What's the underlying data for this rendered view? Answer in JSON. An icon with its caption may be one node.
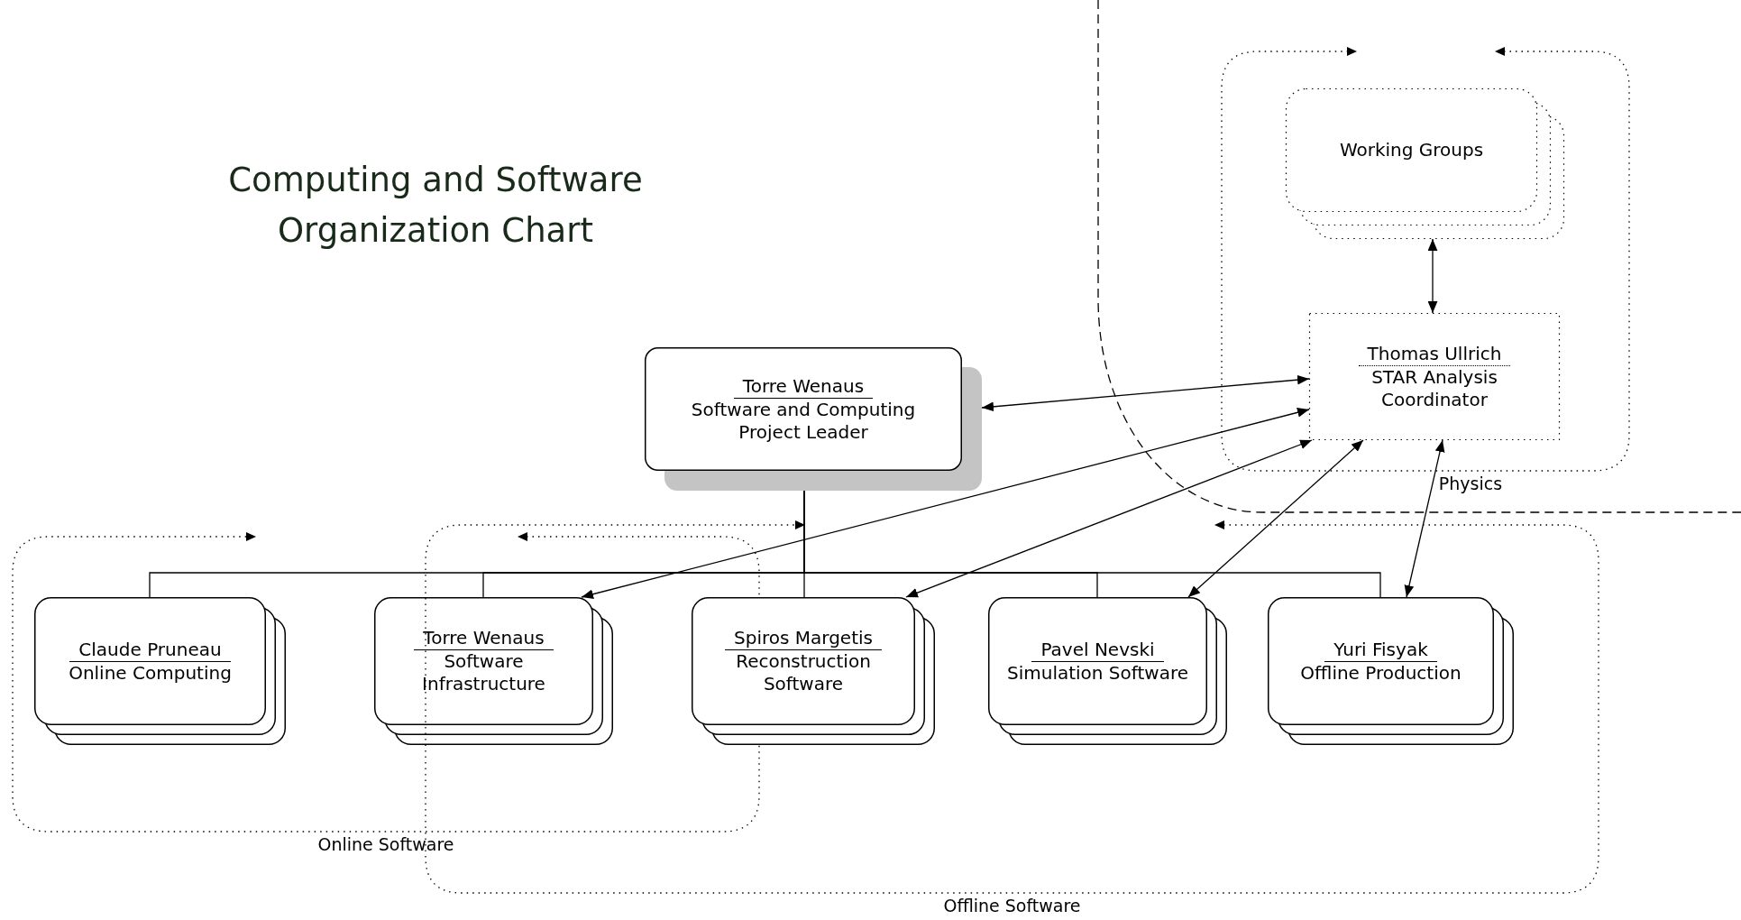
{
  "diagram": {
    "title": "Computing and Software Organization Chart",
    "nodes": [
      {
        "text": [
          "Physics"
        ]
      },
      {
        "text": [
          "Working Groups"
        ],
        "in": 0
      },
      {
        "text": [
          "Thomas Ullrich",
          "STAR Analysis Coordinator"
        ],
        "in": 0
      },
      {
        "text": [
          "Torre Wenaus",
          "Software and Computing Project Leader"
        ]
      },
      {
        "text": [
          "Online Software"
        ]
      },
      {
        "text": [
          "Offline Software"
        ]
      },
      {
        "text": [
          "Claude Pruneau",
          "Online Computing"
        ],
        "in": 4
      },
      {
        "text": [
          "Torre Wenaus",
          "Software Infrastructure"
        ],
        "in": 4
      },
      {
        "text": [
          "Spiros Margetis",
          "Reconstruction Software"
        ],
        "in": 5
      },
      {
        "text": [
          "Pavel Nevski",
          "Simulation Software"
        ],
        "in": 5
      },
      {
        "text": [
          "Yuri Fisyak",
          "Offline Production"
        ],
        "in": 5
      }
    ],
    "edges": [
      {
        "from": 3,
        "to": 6,
        "arrow": "none"
      },
      {
        "from": 3,
        "to": 7,
        "arrow": "none"
      },
      {
        "from": 3,
        "to": 8,
        "arrow": "none"
      },
      {
        "from": 3,
        "to": 9,
        "arrow": "none"
      },
      {
        "from": 3,
        "to": 10,
        "arrow": "none"
      },
      {
        "from": 2,
        "to": 1,
        "arrow": "both"
      },
      {
        "from": 2,
        "to": 3,
        "arrow": "both"
      },
      {
        "from": 2,
        "to": 7,
        "arrow": "both"
      },
      {
        "from": 2,
        "to": 8,
        "arrow": "both"
      },
      {
        "from": 2,
        "to": 9,
        "arrow": "both"
      },
      {
        "from": 2,
        "to": 10,
        "arrow": "both"
      }
    ]
  }
}
